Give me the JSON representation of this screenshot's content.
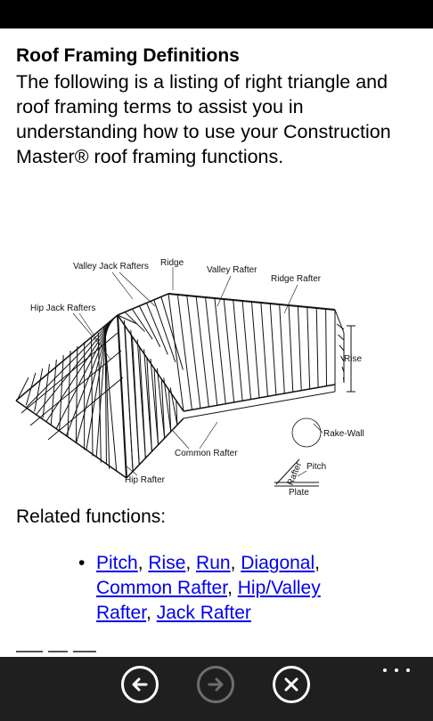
{
  "page": {
    "title": "Roof Framing Definitions",
    "intro": "The following is a listing of right triangle and roof framing terms to assist you in understanding how to use your Construction Master® roof framing functions."
  },
  "diagram": {
    "labels": {
      "ridge": "Ridge",
      "valley_jack_rafters": "Valley Jack Rafters",
      "valley_rafter": "Valley Rafter",
      "ridge_rafter": "Ridge Rafter",
      "hip_jack_rafters": "Hip Jack Rafters",
      "rise": "Rise",
      "rake_wall": "Rake-Wall",
      "common_rafter": "Common Rafter",
      "hip_rafter": "Hip Rafter",
      "rafter": "Rafter",
      "pitch": "Pitch",
      "plate": "Plate"
    }
  },
  "related": {
    "heading": "Related functions:",
    "bullet": "•",
    "sep": ", ",
    "links": [
      "Pitch",
      "Rise",
      "Run",
      "Diagonal",
      "Common Rafter",
      "Hip/Valley Rafter",
      "Jack Rafter"
    ]
  },
  "appbar": {
    "back_icon": "arrow-left-icon",
    "forward_icon": "arrow-right-icon",
    "close_icon": "close-icon",
    "more_icon": "more-icon",
    "background": "#1f1f1f"
  }
}
